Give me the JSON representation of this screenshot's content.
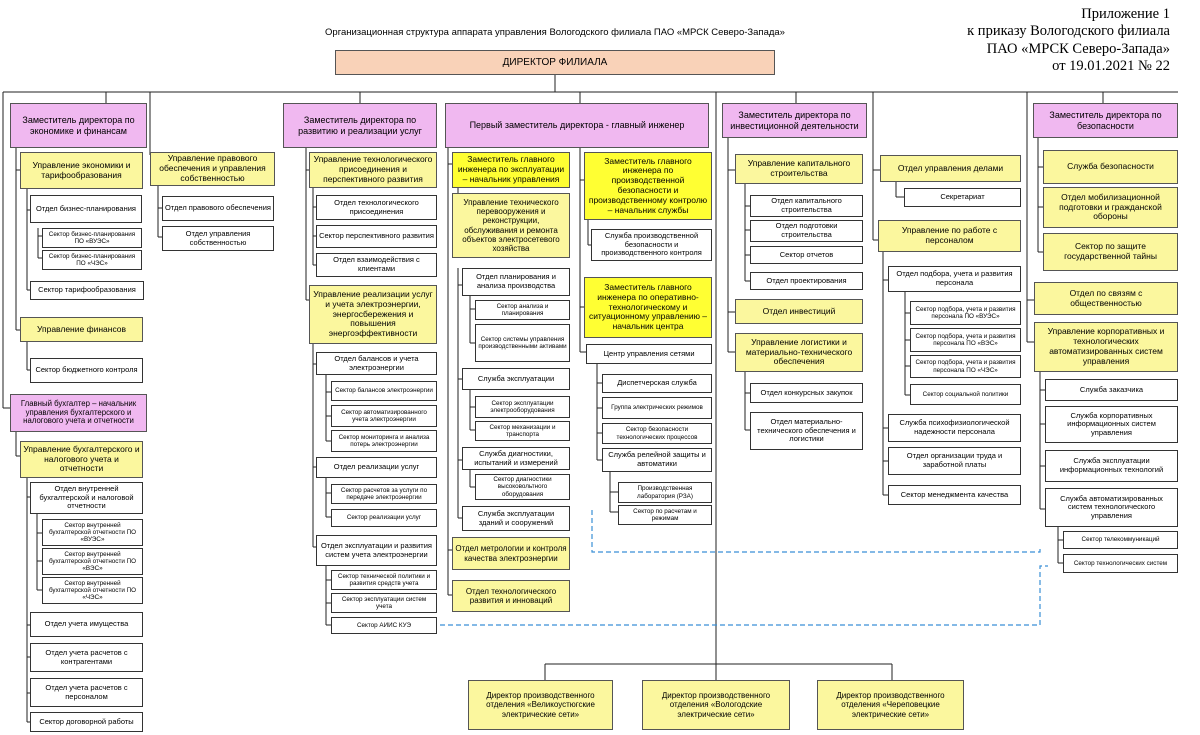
{
  "appendix": [
    "Приложение 1",
    "к приказу Вологодского филиала",
    "ПАО «МРСК Северо-Запада»",
    "от 19.01.2021 № 22"
  ],
  "title": "Организационная структура аппарата управления Вологодского филиала ПАО «МРСК Северо-Запада»",
  "director": "Директор филиала",
  "col1": {
    "head": "Заместитель директора по экономике и финансам",
    "u_econ": "Управление экономики и тарифообразования",
    "o_biz": "Отдел бизнес-планирования",
    "s_vuzs": "Сектор бизнес-планирования ПО «ВУЭС»",
    "s_ches": "Сектор бизнес-планирования ПО «ЧЭС»",
    "s_tarif": "Сектор тарифообразования",
    "u_fin": "Управление финансов",
    "s_budget": "Сектор бюджетного контроля",
    "legal": "Управление правового обеспечения и управления собственностью",
    "o_legal": "Отдел правового обеспечения",
    "o_prop": "Отдел управления собственностью",
    "chief_acc": "Главный бухгалтер – начальник управления бухгалтерского и налогового учета и отчетности",
    "u_acc": "Управление бухгалтерского и налогового учета и отчетности",
    "o_internal": "Отдел внутренней бухгалтерской и налоговой отчетности",
    "s_vuzs2": "Сектор внутренней бухгалтерской отчетности ПО «ВУЭС»",
    "s_ves": "Сектор внутренней бухгалтерской отчетности ПО «ВЭС»",
    "s_ches2": "Сектор внутренней бухгалтерской отчетности ПО «ЧЭС»",
    "o_assets": "Отдел учета имущества",
    "o_contr": "Отдел учета расчетов с контрагентами",
    "o_staff": "Отдел учета расчетов с персоналом",
    "s_contracts": "Сектор договорной работы"
  },
  "col2": {
    "head": "Заместитель директора по развитию и реализации услуг",
    "u_tech": "Управление технологического присоединения и перспективного развития",
    "o_tp": "Отдел технологического присоединения",
    "s_persp": "Сектор перспективного развития",
    "o_clients": "Отдел взаимодействия с клиентами",
    "u_sales": "Управление реализации услуг и учета электроэнергии, энергосбережения и повышения энергоэффективности",
    "o_balance": "Отдел балансов и учета электроэнергии",
    "s_balance": "Сектор балансов электроэнергии",
    "s_auto": "Сектор автоматизированного учета электроэнергии",
    "s_monitor": "Сектор мониторинга и анализа потерь электроэнергии",
    "o_realiz": "Отдел реализации услуг",
    "s_transfer": "Сектор расчетов за услуги по передаче электроэнергии",
    "s_realiz": "Сектор реализации услуг",
    "o_meter": "Отдел эксплуатации и развития систем учета электроэнергии",
    "s_techpol": "Сектор технической политики и развития средств учета",
    "s_expl": "Сектор эксплуатации систем учета",
    "s_aiis": "Сектор АИИС КУЭ"
  },
  "col3": {
    "head": "Первый заместитель директора - главный инженер",
    "dep_expl": "Заместитель главного инженера по эксплуатации – начальник управления",
    "u_rerem": "Управление технического перевооружения и реконструкции, обслуживания и ремонта объектов электросетевого хозяйства",
    "o_plan": "Отдел планирования и анализа производства",
    "s_analysis": "Сектор анализа и планирования",
    "s_systems": "Сектор системы управления производственными активами",
    "sl_expl": "Служба эксплуатации",
    "s_equip": "Сектор эксплуатации электрооборудования",
    "s_mech": "Сектор механизации и транспорта",
    "sl_diag": "Служба диагностики, испытаний и измерений",
    "s_diag": "Сектор диагностики высоковольтного оборудования",
    "sl_build": "Служба эксплуатации зданий и сооружений",
    "o_metro": "Отдел метрологии и контроля качества электроэнергии",
    "o_innov": "Отдел технологического развития и инноваций",
    "dep_safety": "Заместитель главного инженера по производственной безопасности и производственному контролю – начальник службы",
    "sl_safety": "Служба производственной безопасности и производственного контроля",
    "dep_oper": "Заместитель главного инженера по оперативно-технологическому и ситуационному управлению – начальник центра",
    "c_control": "Центр управления сетями",
    "sl_disp": "Диспетчерская служба",
    "g_modes": "Группа электрических режимов",
    "s_secur": "Сектор безопасности технологических процессов",
    "sl_relay": "Служба релейной защиты и автоматики",
    "lab": "Производственная лаборатория (РЗА)",
    "s_calc": "Сектор по расчетам и режимам"
  },
  "col4": {
    "head": "Заместитель директора по инвестиционной деятельности",
    "u_cap": "Управление капитального строительства",
    "o_cap": "Отдел капитального строительства",
    "o_prep": "Отдел подготовки строительства",
    "s_reports": "Сектор отчетов",
    "o_design": "Отдел проектирования",
    "o_invest": "Отдел инвестиций",
    "u_log": "Управление логистики и материально-технического обеспечения",
    "o_purch": "Отдел конкурсных закупок",
    "o_mto": "Отдел материально-технического обеспечения и логистики"
  },
  "col5": {
    "affairs": "Отдел управления делами",
    "secretariat": "Секретариат",
    "u_hr": "Управление по работе с персоналом",
    "o_select": "Отдел подбора, учета и развития персонала",
    "s_hr_vuzs": "Сектор подбора, учета и развития персонала ПО «ВУЭС»",
    "s_hr_ves": "Сектор подбора, учета и развития персонала ПО «ВЭС»",
    "s_hr_ches": "Сектор подбора, учета и развития персонала ПО «ЧЭС»",
    "s_social": "Сектор социальной политики",
    "sl_psych": "Служба психофизиологической надежности персонала",
    "o_labor": "Отдел организации труда и заработной платы",
    "s_quality": "Сектор менеджмента качества"
  },
  "col6": {
    "head": "Заместитель директора по безопасности",
    "sl_sec": "Служба безопасности",
    "o_mob": "Отдел мобилизационной подготовки и гражданской обороны",
    "s_secret": "Сектор по защите государственной тайны",
    "o_pr": "Отдел по связям с общественностью",
    "u_it": "Управление корпоративных и технологических автоматизированных систем управления",
    "sl_customer": "Служба заказчика",
    "sl_corp": "Служба корпоративных информационных систем управления",
    "sl_it": "Служба эксплуатации информационных технологий",
    "sl_auto": "Служба автоматизированных систем технологического управления",
    "s_telecom": "Сектор телекоммуникаций",
    "s_techsys": "Сектор технологических систем"
  },
  "branches": [
    "Директор производственного отделения «Великоустюгские электрические сети»",
    "Директор производственного отделения «Вологодские электрические сети»",
    "Директор производственного отделения «Череповецкие электрические сети»"
  ]
}
